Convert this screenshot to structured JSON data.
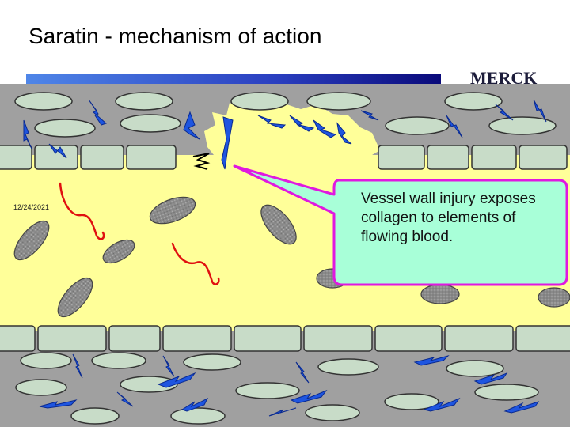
{
  "slide": {
    "title": "Saratin - mechanism of action",
    "logo_text": "MERCK",
    "date": "12/24/2021",
    "callout": "Vessel wall injury exposes collagen to elements of flowing blood."
  },
  "colors": {
    "lumen": "#ffff99",
    "tissue": "#a0a0a0",
    "cell_fill": "#c8dcc8",
    "collagen": "#1e55e0",
    "callout_fill": "#a8ffd8",
    "callout_border": "#e018e0",
    "fibrin": "#e01010"
  },
  "icons": [
    "collagen-fiber-icon",
    "platelet-icon",
    "fibrin-strand-icon"
  ]
}
